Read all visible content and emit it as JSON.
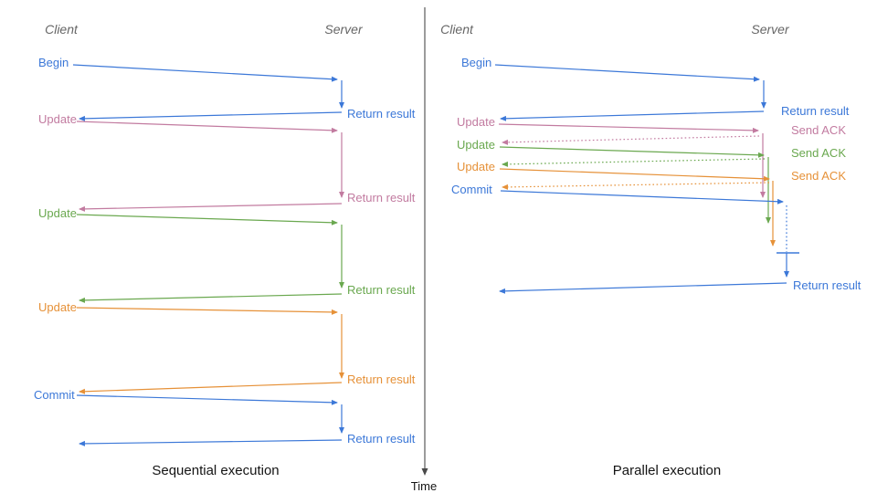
{
  "colors": {
    "blue": "#3c78d8",
    "pink": "#c27ba0",
    "green": "#6aa84f",
    "orange": "#e69138",
    "axis": "#4a4a4a",
    "role_label": "#666666",
    "caption": "#141414"
  },
  "time_axis": {
    "label": "Time"
  },
  "sequential": {
    "caption": "Sequential execution",
    "client_label": "Client",
    "server_label": "Server",
    "messages": [
      {
        "label": "Begin",
        "color": "blue",
        "response": "Return result"
      },
      {
        "label": "Update",
        "color": "pink",
        "response": "Return result"
      },
      {
        "label": "Update",
        "color": "green",
        "response": "Return result"
      },
      {
        "label": "Update",
        "color": "orange",
        "response": "Return result"
      },
      {
        "label": "Commit",
        "color": "blue",
        "response": "Return result"
      }
    ]
  },
  "parallel": {
    "caption": "Parallel execution",
    "client_label": "Client",
    "server_label": "Server",
    "messages": [
      {
        "label": "Begin",
        "color": "blue",
        "response": "Return result"
      },
      {
        "label": "Update",
        "color": "pink",
        "response": "Send ACK"
      },
      {
        "label": "Update",
        "color": "green",
        "response": "Send ACK"
      },
      {
        "label": "Update",
        "color": "orange",
        "response": "Send ACK"
      },
      {
        "label": "Commit",
        "color": "blue",
        "response": "Return result"
      }
    ]
  }
}
